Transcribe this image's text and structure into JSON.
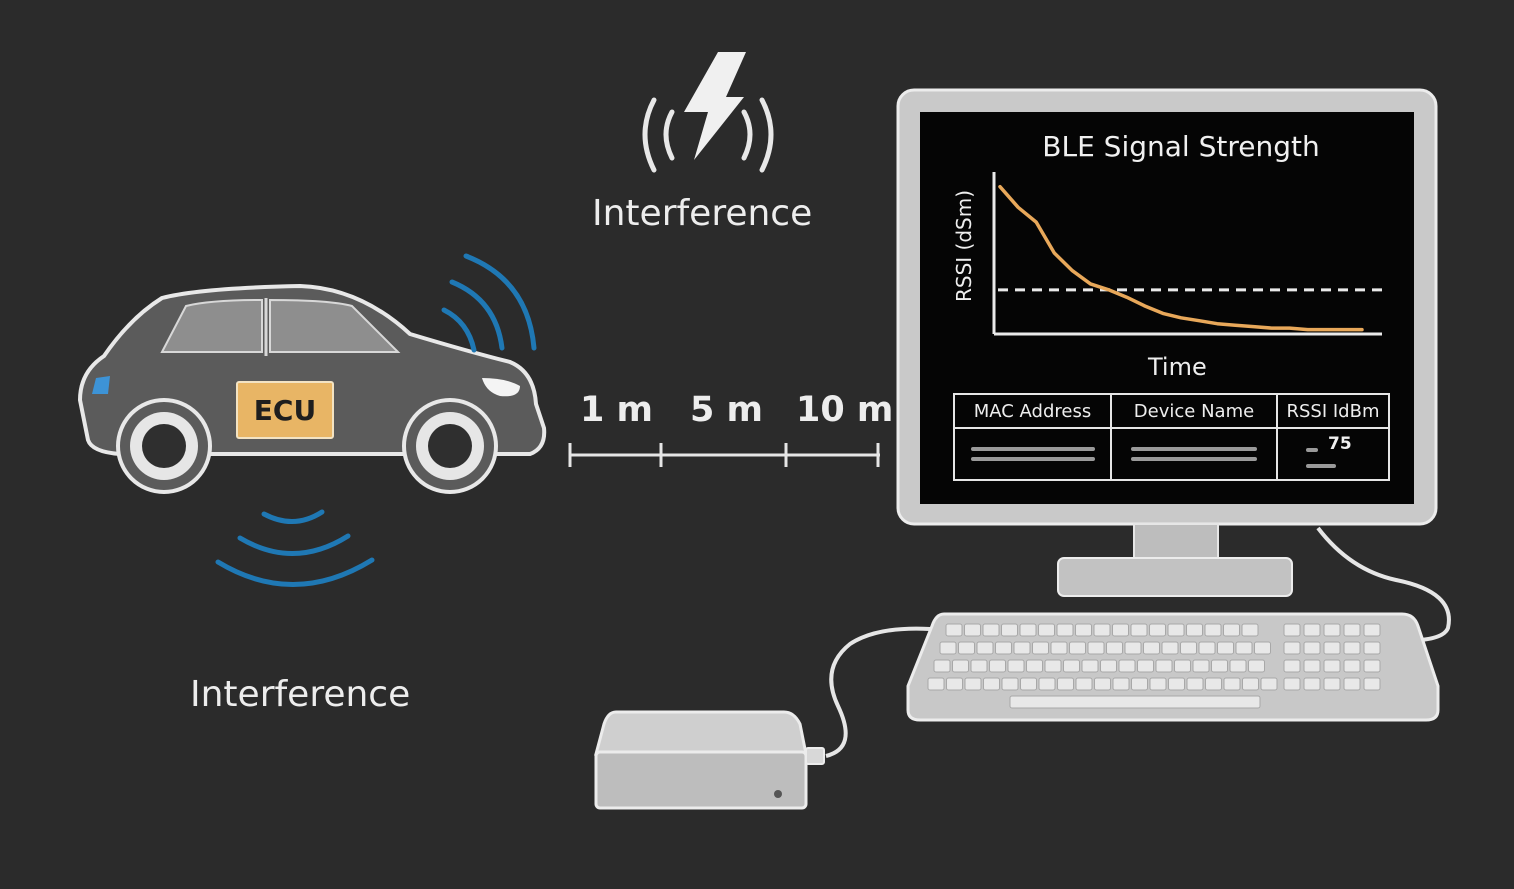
{
  "labels": {
    "interference_top": "Interference",
    "interference_bottom": "Interference",
    "ecu": "ECU"
  },
  "distances": [
    "1 m",
    "5 m",
    "10 m"
  ],
  "monitor": {
    "chart_title": "BLE Signal Strength",
    "y_label": "RSSI (dSm)",
    "x_label": "Time",
    "table": {
      "headers": [
        "MAC Address",
        "Device Name",
        "RSSI IdBm"
      ],
      "rssi_value": "75"
    }
  },
  "colors": {
    "background": "#2b2b2b",
    "signal_waves": "#1f78b4",
    "ecu_box": "#e8b565",
    "rssi_curve": "#e8a85a"
  },
  "chart_data": {
    "type": "line",
    "title": "BLE Signal Strength",
    "xlabel": "Time",
    "ylabel": "RSSI (dSm)",
    "series": [
      {
        "values": [
          10,
          8.6,
          7.6,
          5.5,
          4.3,
          3.4,
          3.0,
          2.5,
          1.9,
          1.4,
          1.1,
          0.9,
          0.7,
          0.6,
          0.5,
          0.4,
          0.4,
          0.3,
          0.3,
          0.3,
          0.3
        ]
      }
    ],
    "threshold": 3.0,
    "ylim": [
      0,
      11
    ],
    "grid": false
  }
}
